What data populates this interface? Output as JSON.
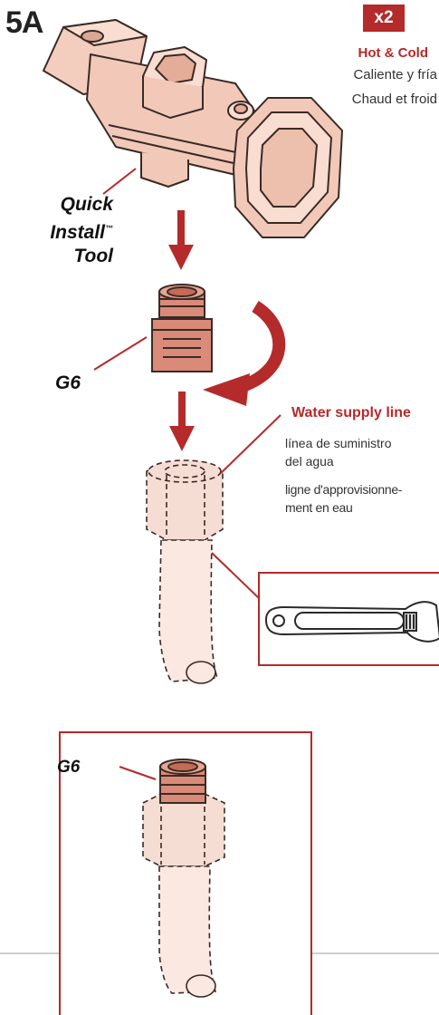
{
  "step": {
    "number": "5A"
  },
  "quantity": {
    "badge": "x2"
  },
  "hot_cold": {
    "en": "Hot & Cold",
    "es": "Caliente y fría",
    "fr": "Chaud et froid"
  },
  "tool": {
    "line1": "Quick",
    "line2": "Install",
    "tm": "™",
    "line3": "Tool"
  },
  "part": {
    "label": "G6"
  },
  "supply_line": {
    "en": "Water supply line",
    "es_line1": "línea de suministro",
    "es_line2": "del agua",
    "fr_line1": "ligne d'approvisionne-",
    "fr_line2": "ment en eau"
  },
  "colors": {
    "accent": "#b52a2a",
    "part_fill": "#f2c9b8",
    "part_stroke": "#3a2a26",
    "bronze": "#d98a78"
  },
  "icons": [
    "wrench-icon",
    "rotate-arrow-icon",
    "down-arrow-icon"
  ]
}
